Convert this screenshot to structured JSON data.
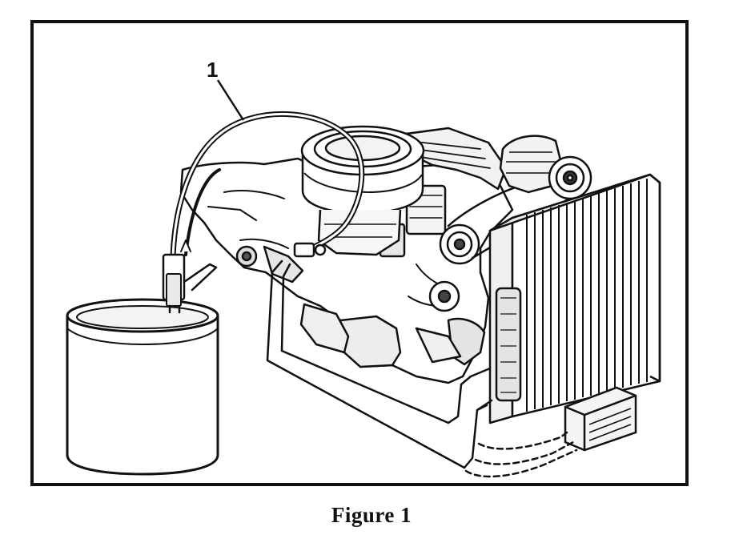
{
  "figure": {
    "caption": "Figure 1",
    "callouts": [
      {
        "id": "1",
        "label": "1"
      }
    ],
    "components": [
      {
        "name": "engine"
      },
      {
        "name": "air-cleaner"
      },
      {
        "name": "alternator"
      },
      {
        "name": "radiator"
      },
      {
        "name": "transmission-oil-cooler"
      },
      {
        "name": "drain-container"
      },
      {
        "name": "transfer-hose"
      }
    ]
  }
}
